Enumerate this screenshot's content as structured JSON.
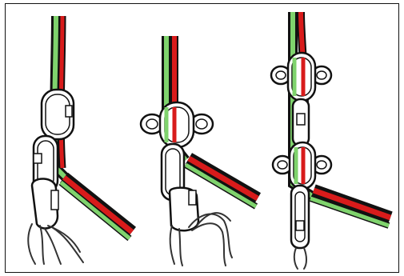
{
  "figure": {
    "panels": [
      {
        "id": "left",
        "description_name": "carabiner-chain-on-rope"
      },
      {
        "id": "middle",
        "description_name": "figure-8-on-carabiner"
      },
      {
        "id": "right",
        "description_name": "double-figure-8-chain"
      }
    ],
    "colors": {
      "rope_red": "#d81b1b",
      "rope_green": "#7fd36d",
      "outline": "#111111",
      "background": "#ffffff"
    }
  }
}
